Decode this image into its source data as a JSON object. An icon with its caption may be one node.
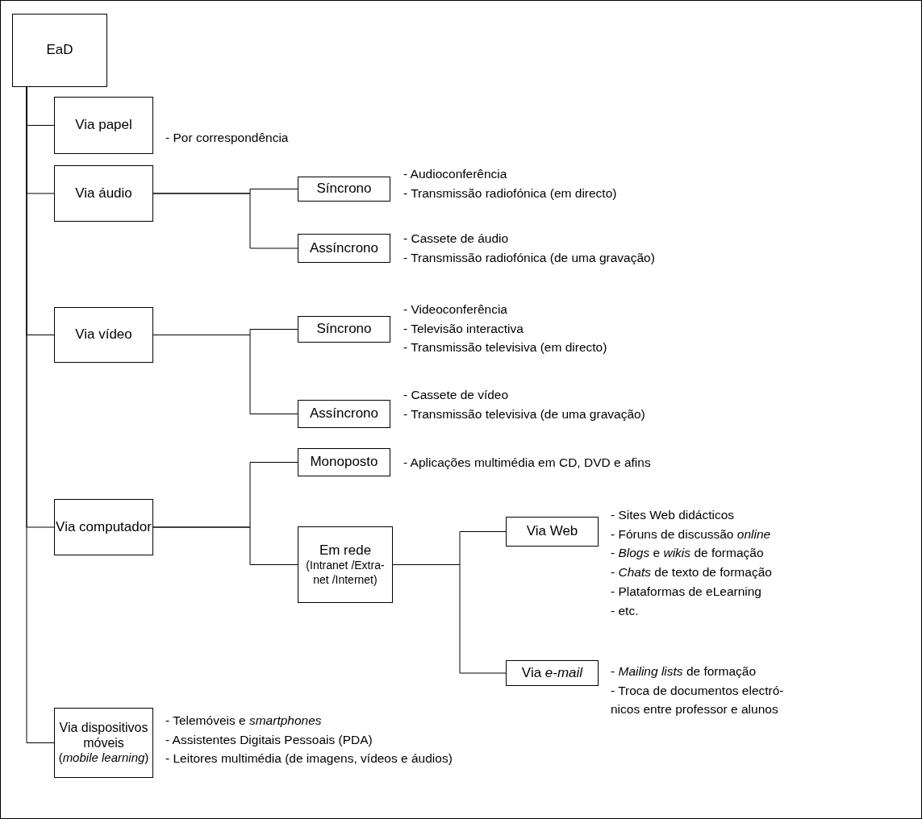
{
  "diagram": {
    "nodes": [
      {
        "text": [
          "EaD"
        ]
      },
      {
        "text": [
          "Via papel"
        ],
        "beside": [
          "- Por correspondência"
        ]
      },
      {
        "text": [
          "Via áudio"
        ]
      },
      {
        "text": [
          "Síncrono"
        ],
        "beside": [
          "- Audioconferência",
          "- Transmissão radiofónica (em directo)"
        ]
      },
      {
        "text": [
          "Assíncrono"
        ],
        "beside": [
          "- Cassete de áudio",
          "- Transmissão radiofónica (de uma gravação)"
        ]
      },
      {
        "text": [
          "Via vídeo"
        ]
      },
      {
        "text": [
          "Síncrono"
        ],
        "beside": [
          "- Videoconferência",
          "- Televisão interactiva",
          "- Transmissão televisiva (em directo)"
        ]
      },
      {
        "text": [
          "Assíncrono"
        ],
        "beside": [
          "- Cassete de vídeo",
          "- Transmissão televisiva (de uma gravação)"
        ]
      },
      {
        "text": [
          "Via computador"
        ]
      },
      {
        "text": [
          "Monoposto"
        ],
        "beside": [
          "- Aplicações multimédia em CD, DVD e afins"
        ]
      },
      {
        "text": [
          "Em rede",
          "(Intranet /Extra-net /Internet)"
        ]
      },
      {
        "text": [
          "Via Web"
        ],
        "beside": [
          "- Sites Web didácticos",
          "- Fóruns de discussão *online*",
          "- *Blogs* e *wikis* de formação",
          "- *Chats* de texto de formação",
          "- Plataformas de eLearning",
          "- etc."
        ]
      },
      {
        "text": [
          "Via *e-mail*"
        ],
        "beside": [
          "- *Mailing lists* de formação",
          "- Troca de documentos electró-nicos entre professor e alunos"
        ]
      },
      {
        "text": [
          "Via dispositivos móveis",
          "(*mobile learning*)"
        ],
        "beside": [
          "- Telemóveis e *smartphones*",
          "- Assistentes Digitais Pessoais (PDA)",
          "- Leitores multimédia (de imagens, vídeos e áudios)"
        ]
      }
    ],
    "edges": [
      {
        "from": 0,
        "to": 1,
        "arrow": "none"
      },
      {
        "from": 0,
        "to": 2,
        "arrow": "none"
      },
      {
        "from": 0,
        "to": 5,
        "arrow": "none"
      },
      {
        "from": 0,
        "to": 8,
        "arrow": "none"
      },
      {
        "from": 0,
        "to": 13,
        "arrow": "none"
      },
      {
        "from": 2,
        "to": 3,
        "arrow": "none"
      },
      {
        "from": 2,
        "to": 4,
        "arrow": "none"
      },
      {
        "from": 5,
        "to": 6,
        "arrow": "none"
      },
      {
        "from": 5,
        "to": 7,
        "arrow": "none"
      },
      {
        "from": 8,
        "to": 9,
        "arrow": "none"
      },
      {
        "from": 8,
        "to": 10,
        "arrow": "none"
      },
      {
        "from": 10,
        "to": 11,
        "arrow": "none"
      },
      {
        "from": 10,
        "to": 12,
        "arrow": "none"
      }
    ]
  }
}
